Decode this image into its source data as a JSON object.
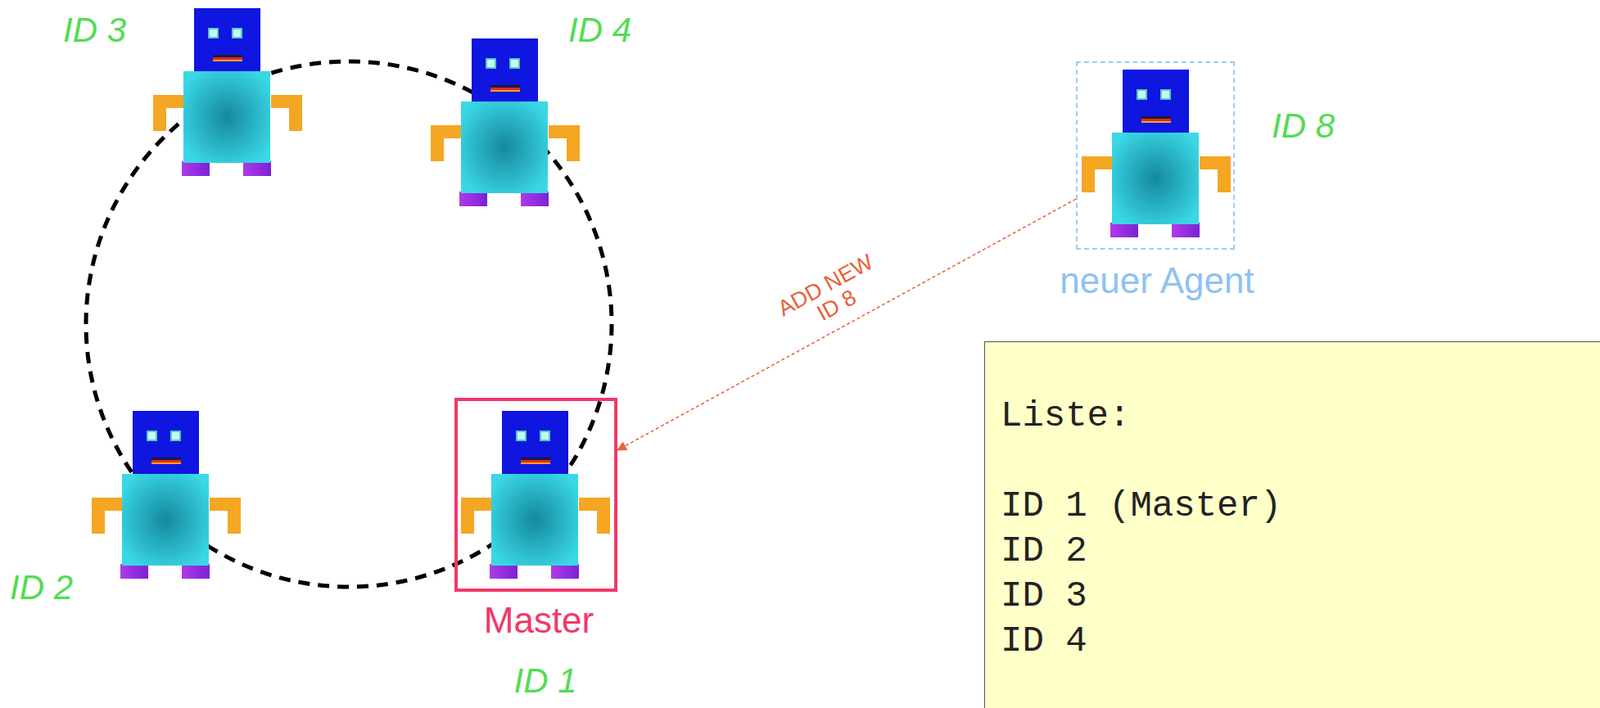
{
  "diagram": {
    "nodes": [
      {
        "text": [
          "ID 3"
        ]
      },
      {
        "text": [
          "ID 4"
        ]
      },
      {
        "text": [
          "ID 8",
          "neuer Agent"
        ]
      },
      {
        "text": [
          "ID 2"
        ]
      },
      {
        "text": [
          "Master",
          "ID 1"
        ]
      },
      {
        "text": [
          "Liste:",
          "ID 1 (Master)",
          "ID 2",
          "ID 3",
          "ID 4"
        ]
      }
    ],
    "edges": [
      {
        "from": 2,
        "to": 4,
        "arrow": "to",
        "label": "ADD NEW ID 8"
      }
    ]
  }
}
